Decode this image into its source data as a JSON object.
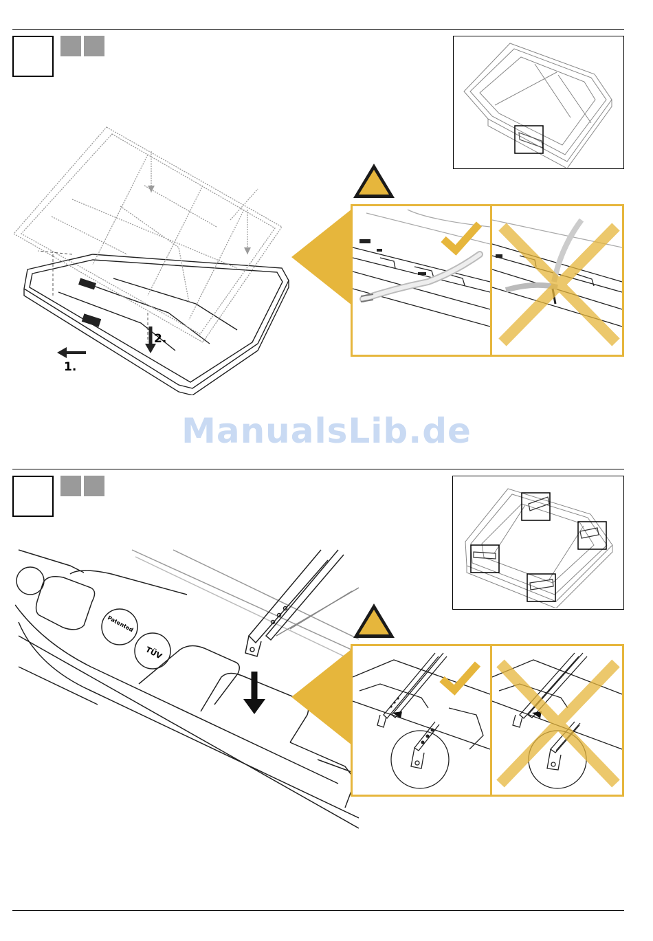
{
  "page": {
    "watermark": "ManualsLib.de"
  },
  "colors": {
    "accent": "#e6b63c",
    "chip": "#9a9a9a",
    "watermark": "#c9daf3"
  },
  "icons": {
    "warning": "warning-triangle-icon",
    "correct": "check-icon",
    "wrong": "cross-icon",
    "arrow": "arrow-icon"
  },
  "section1": {
    "step_labels": [
      "1.",
      "2."
    ]
  },
  "section2": {
    "badge_texts": [
      "Patented",
      "TÜV"
    ]
  }
}
